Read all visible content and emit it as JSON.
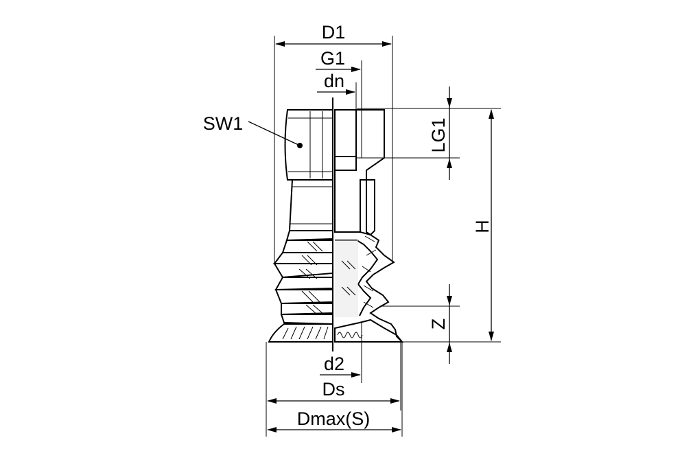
{
  "diagram": {
    "labels": {
      "d1": "D1",
      "g1": "G1",
      "dn": "dn",
      "sw1": "SW1",
      "lg1": "LG1",
      "h": "H",
      "z": "Z",
      "d2": "d2",
      "ds": "Ds",
      "dmax": "Dmax(S)"
    }
  }
}
